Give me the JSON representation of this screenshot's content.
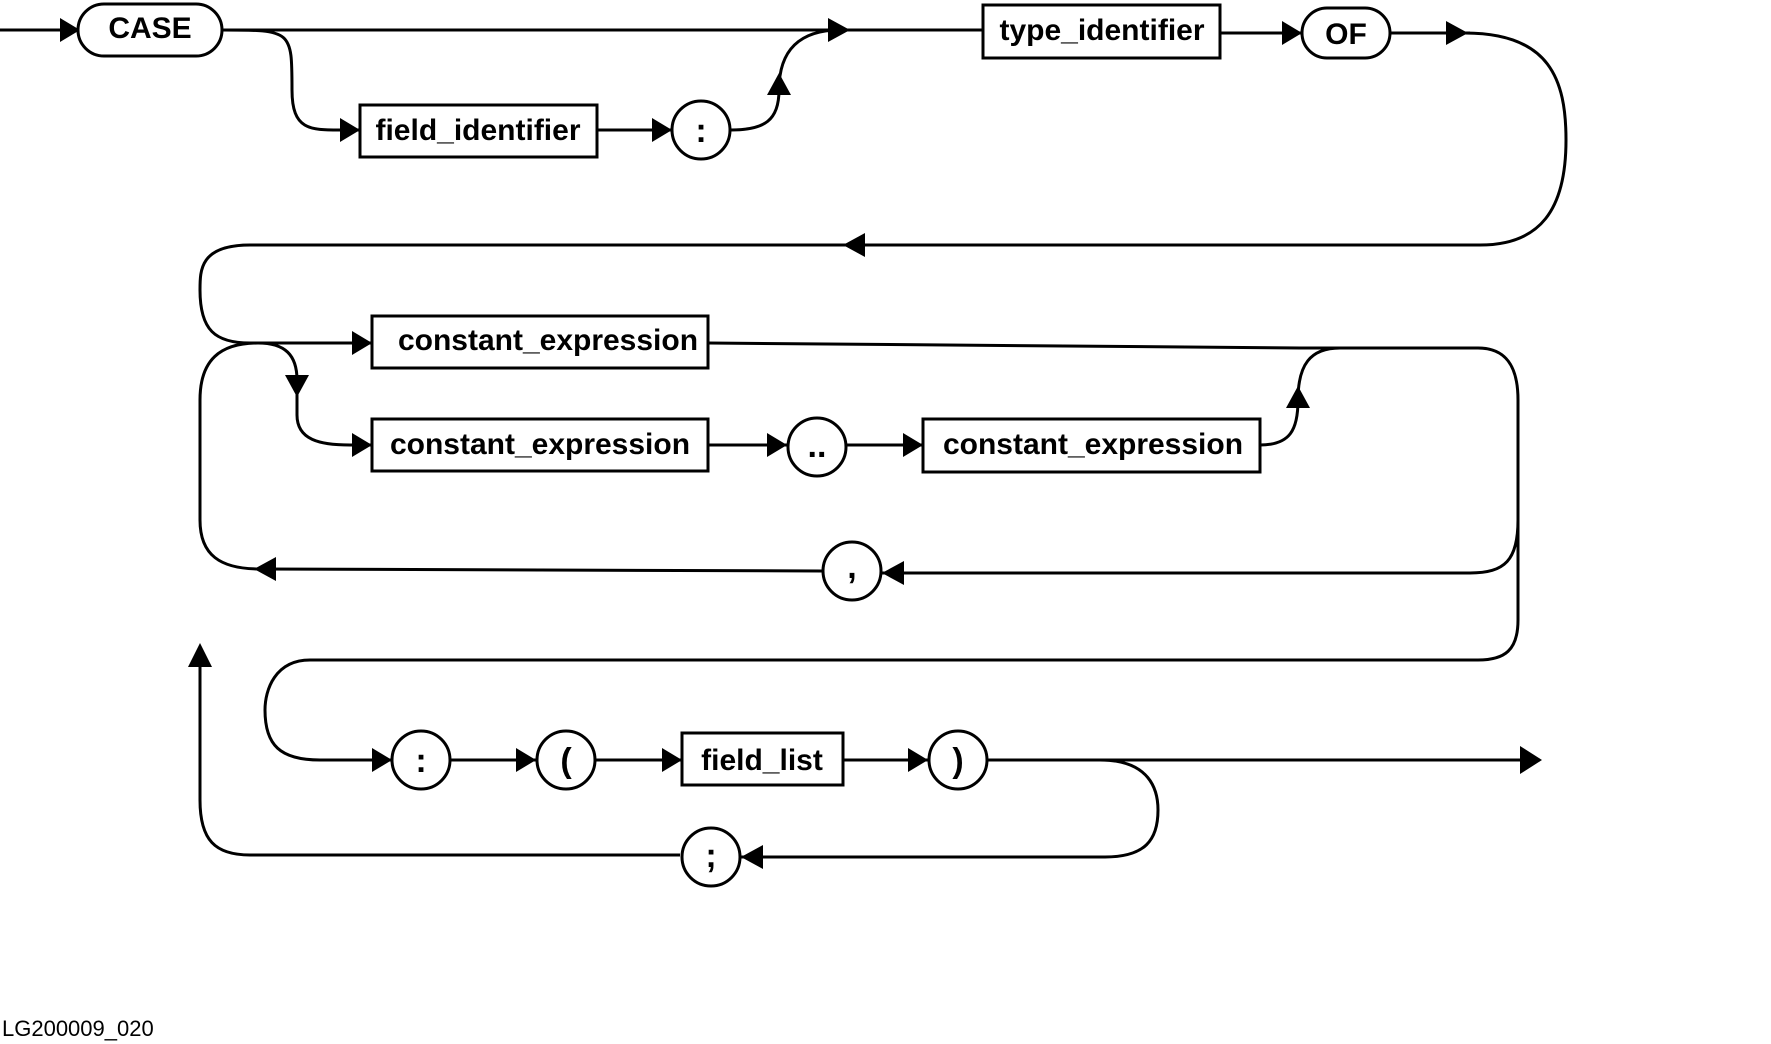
{
  "diagram": {
    "terminals": {
      "case": "CASE",
      "of": "OF",
      "colon_1": ":",
      "range": "..",
      "comma": ",",
      "colon_2": ":",
      "open_paren": "(",
      "close_paren": ")",
      "semicolon": ";"
    },
    "nonterminals": {
      "field_identifier": "field_identifier",
      "type_identifier": "type_identifier",
      "constant_expression_single": "constant_expression",
      "constant_expression_range_low": "constant_expression",
      "constant_expression_range_high": "constant_expression",
      "field_list": "field_list"
    },
    "figure_id": "LG200009_020"
  }
}
